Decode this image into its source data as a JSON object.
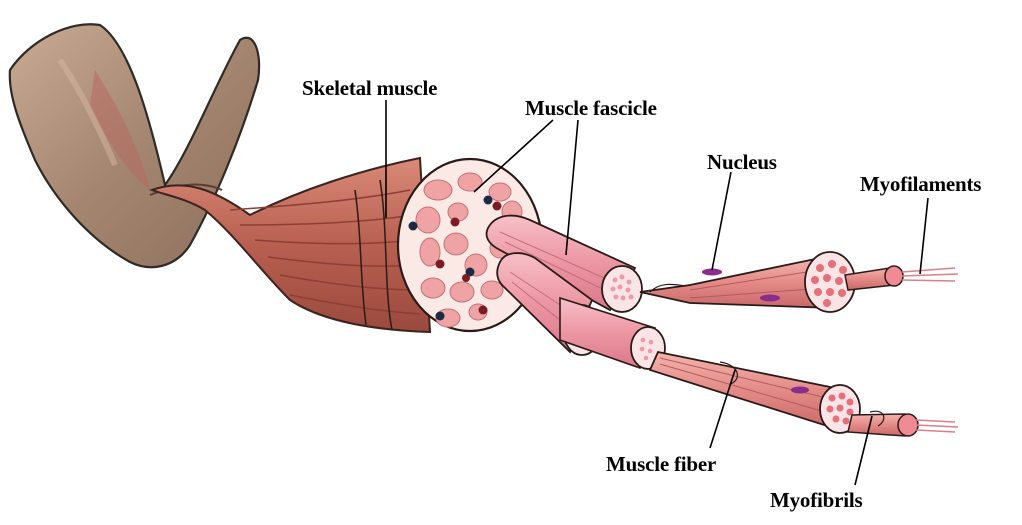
{
  "labels": {
    "skeletal_muscle": "Skeletal muscle",
    "muscle_fascicle": "Muscle fascicle",
    "nucleus": "Nucleus",
    "myofilaments": "Myofilaments",
    "muscle_fiber": "Muscle fiber",
    "myofibrils": "Myofibrils"
  },
  "colors": {
    "skin": "#a98a74",
    "muscle": "#c06a5a",
    "muscle_dark": "#8e3f34",
    "fascicle_pink": "#ef9aa6",
    "fiber_pink": "#e98a8f",
    "nucleus_purple": "#8a2c8c",
    "dot_navy": "#1d2a44",
    "dot_maroon": "#7a1c24"
  }
}
